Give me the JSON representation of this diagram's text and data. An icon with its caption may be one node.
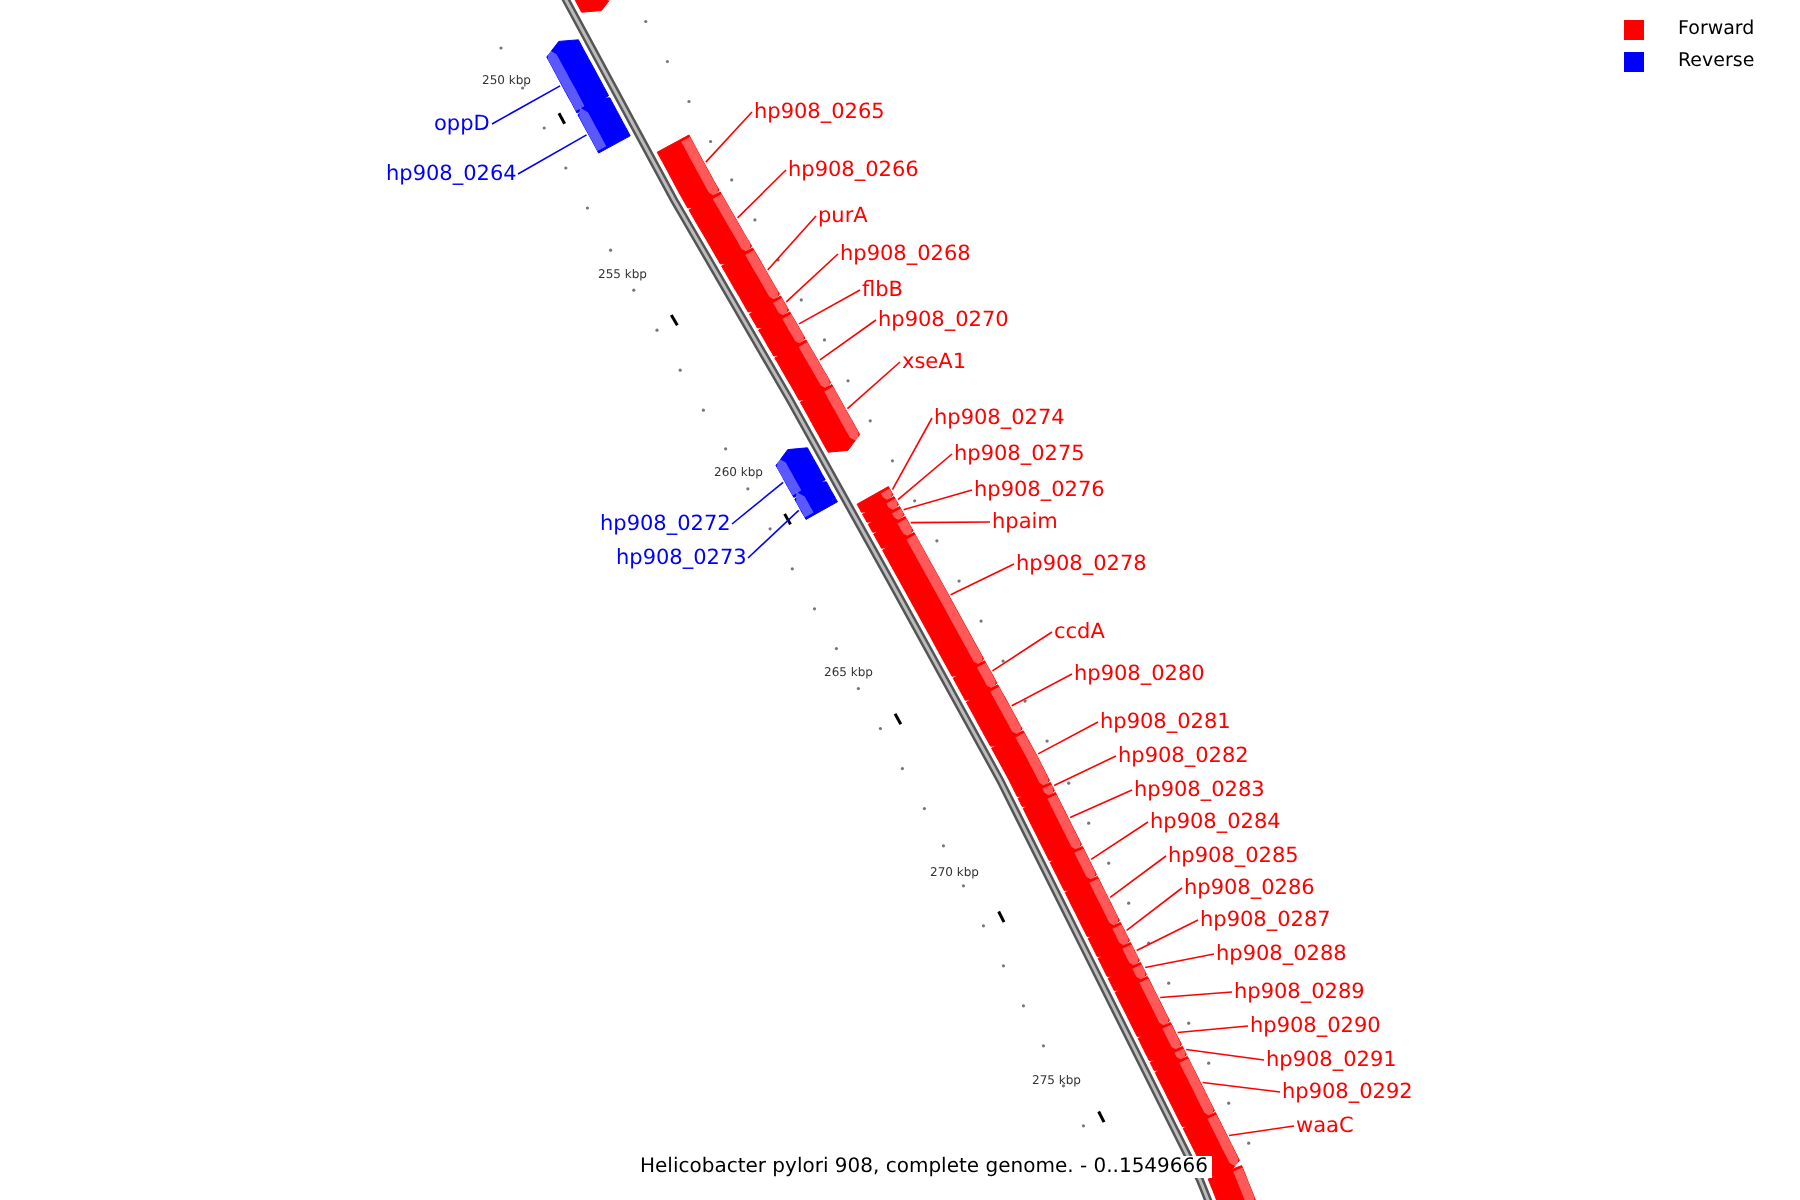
{
  "diagram": {
    "caption": "Helicobacter pylori 908, complete genome. - 0..1549666",
    "nodes": [
      {
        "text": [
          "hp908_0265"
        ]
      },
      {
        "text": [],
        "shape": "bar"
      },
      {
        "text": [
          "oppD"
        ]
      },
      {
        "text": [],
        "shape": "bar"
      },
      {
        "text": [
          "hp908_0266"
        ]
      },
      {
        "text": [],
        "shape": "bar"
      },
      {
        "text": [
          "hp908_0264"
        ]
      },
      {
        "text": [],
        "shape": "bar"
      },
      {
        "text": [
          "purA"
        ]
      },
      {
        "text": [],
        "shape": "bar"
      },
      {
        "text": [
          "hp908_0268"
        ]
      },
      {
        "text": [],
        "shape": "bar"
      },
      {
        "text": [
          "flbB"
        ]
      },
      {
        "text": [],
        "shape": "bar"
      },
      {
        "text": [
          "hp908_0270"
        ]
      },
      {
        "text": [],
        "shape": "bar"
      },
      {
        "text": [
          "xseA1"
        ]
      },
      {
        "text": [],
        "shape": "bar"
      },
      {
        "text": [
          "hp908_0274"
        ]
      },
      {
        "text": [],
        "shape": "bar"
      },
      {
        "text": [
          "hp908_0275"
        ]
      },
      {
        "text": [],
        "shape": "bar"
      },
      {
        "text": [
          "hp908_0276"
        ]
      },
      {
        "text": [],
        "shape": "bar"
      },
      {
        "text": [
          "hpaim"
        ]
      },
      {
        "text": [],
        "shape": "bar"
      },
      {
        "text": [
          "hp908_0272"
        ]
      },
      {
        "text": [],
        "shape": "bar"
      },
      {
        "text": [
          "hp908_0273"
        ]
      },
      {
        "text": [],
        "shape": "bar"
      },
      {
        "text": [
          "hp908_0278"
        ]
      },
      {
        "text": [],
        "shape": "bar"
      },
      {
        "text": [
          "ccdA"
        ]
      },
      {
        "text": [],
        "shape": "bar"
      },
      {
        "text": [
          "hp908_0280"
        ]
      },
      {
        "text": [],
        "shape": "bar"
      },
      {
        "text": [
          "hp908_0281"
        ]
      },
      {
        "text": [],
        "shape": "bar"
      },
      {
        "text": [
          "hp908_0282"
        ]
      },
      {
        "text": [],
        "shape": "bar"
      },
      {
        "text": [
          "hp908_0283"
        ]
      },
      {
        "text": [],
        "shape": "bar"
      },
      {
        "text": [
          "hp908_0284"
        ]
      },
      {
        "text": [],
        "shape": "bar"
      },
      {
        "text": [
          "hp908_0285"
        ]
      },
      {
        "text": [],
        "shape": "bar"
      },
      {
        "text": [
          "hp908_0286"
        ]
      },
      {
        "text": [],
        "shape": "bar"
      },
      {
        "text": [
          "hp908_0287"
        ]
      },
      {
        "text": [],
        "shape": "bar"
      },
      {
        "text": [
          "hp908_0288"
        ]
      },
      {
        "text": [],
        "shape": "bar"
      },
      {
        "text": [
          "hp908_0289"
        ]
      },
      {
        "text": [],
        "shape": "bar"
      },
      {
        "text": [
          "hp908_0290"
        ]
      },
      {
        "text": [],
        "shape": "bar"
      },
      {
        "text": [
          "hp908_0291"
        ]
      },
      {
        "text": [],
        "shape": "bar"
      },
      {
        "text": [
          "hp908_0292"
        ]
      },
      {
        "text": [],
        "shape": "bar"
      },
      {
        "text": [
          "waaC"
        ]
      },
      {
        "text": [],
        "shape": "bar"
      },
      {
        "text": [],
        "shape": "bar"
      },
      {
        "text": [],
        "shape": "bar"
      }
    ],
    "edges": [
      {
        "from": 0,
        "to": 1,
        "arrow": "none"
      },
      {
        "from": 2,
        "to": 3,
        "arrow": "none",
        "color": "#0000ff"
      },
      {
        "from": 4,
        "to": 5,
        "arrow": "none"
      },
      {
        "from": 6,
        "to": 7,
        "arrow": "none",
        "color": "#0000ff"
      },
      {
        "from": 8,
        "to": 9,
        "arrow": "none"
      },
      {
        "from": 10,
        "to": 11,
        "arrow": "none"
      },
      {
        "from": 12,
        "to": 13,
        "arrow": "none"
      },
      {
        "from": 14,
        "to": 15,
        "arrow": "none"
      },
      {
        "from": 16,
        "to": 17,
        "arrow": "none"
      },
      {
        "from": 18,
        "to": 19,
        "arrow": "none"
      },
      {
        "from": 20,
        "to": 21,
        "arrow": "none"
      },
      {
        "from": 22,
        "to": 23,
        "arrow": "none"
      },
      {
        "from": 24,
        "to": 25,
        "arrow": "none"
      },
      {
        "from": 26,
        "to": 27,
        "arrow": "none",
        "color": "#0000ff"
      },
      {
        "from": 28,
        "to": 29,
        "arrow": "none",
        "color": "#0000ff"
      },
      {
        "from": 30,
        "to": 31,
        "arrow": "none"
      },
      {
        "from": 32,
        "to": 33,
        "arrow": "none"
      },
      {
        "from": 34,
        "to": 35,
        "arrow": "none"
      },
      {
        "from": 36,
        "to": 37,
        "arrow": "none"
      },
      {
        "from": 38,
        "to": 39,
        "arrow": "none"
      },
      {
        "from": 40,
        "to": 41,
        "arrow": "none"
      },
      {
        "from": 42,
        "to": 43,
        "arrow": "none"
      },
      {
        "from": 44,
        "to": 45,
        "arrow": "none"
      },
      {
        "from": 46,
        "to": 47,
        "arrow": "none"
      },
      {
        "from": 48,
        "to": 49,
        "arrow": "none"
      },
      {
        "from": 50,
        "to": 51,
        "arrow": "none"
      },
      {
        "from": 52,
        "to": 53,
        "arrow": "none"
      },
      {
        "from": 54,
        "to": 55,
        "arrow": "none"
      },
      {
        "from": 56,
        "to": 57,
        "arrow": "none"
      },
      {
        "from": 58,
        "to": 59,
        "arrow": "none"
      },
      {
        "from": 60,
        "to": 61,
        "arrow": "none"
      }
    ],
    "labels": [
      "250 kbp",
      "255 kbp",
      "260 kbp",
      "265 kbp",
      "270 kbp",
      "275 kbp"
    ],
    "legend": [
      {
        "text": "Forward",
        "color": "#ff0000"
      },
      {
        "text": "Reverse",
        "color": "#0000ff"
      }
    ]
  }
}
